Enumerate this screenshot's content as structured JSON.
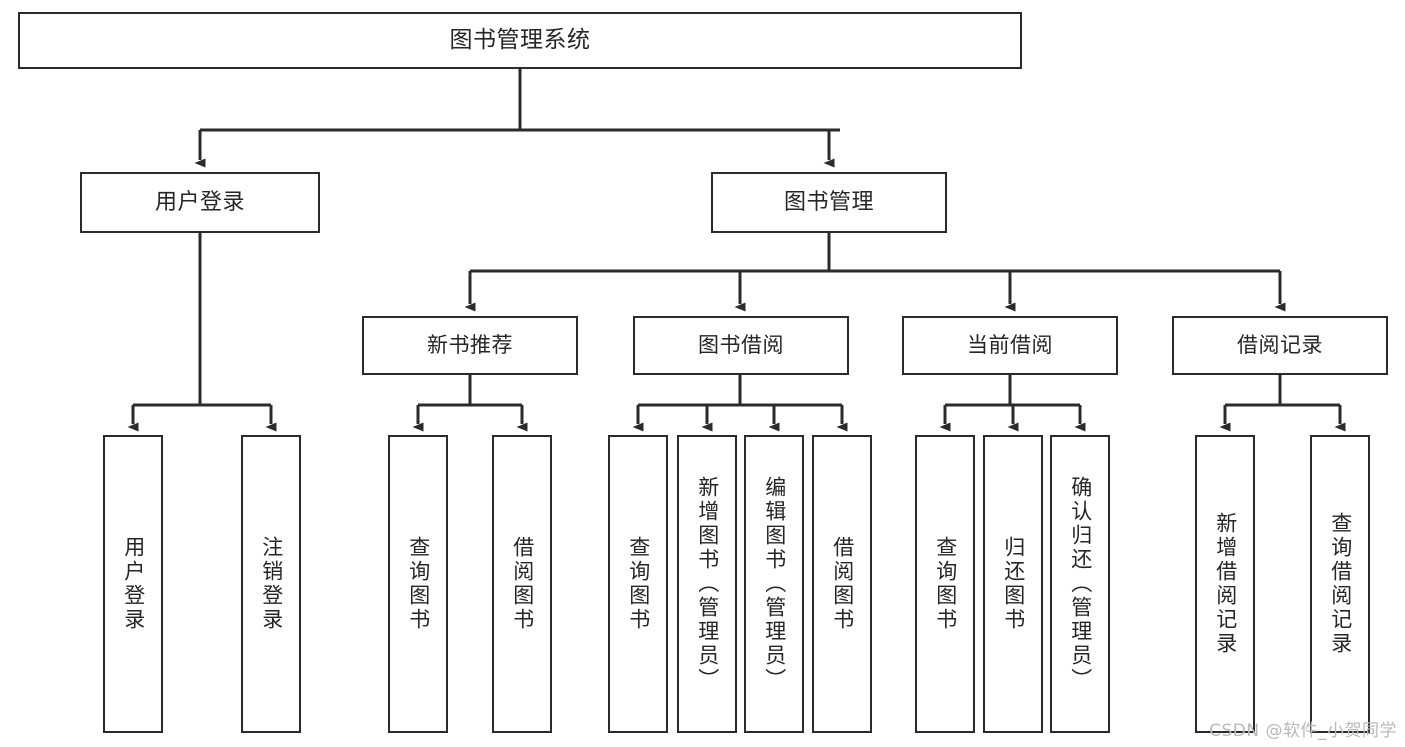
{
  "diagram": {
    "title": "图书管理系统",
    "type": "hierarchy-tree",
    "watermark": "CSDN @软件_小贺同学",
    "colors": {
      "background": "#ffffff",
      "box_border": "#2b2b2b",
      "box_fill": "#ffffff",
      "text": "#262626",
      "connector": "#2b2b2b",
      "watermark": "#b9b9b9"
    },
    "level2": [
      {
        "id": "user-login",
        "label": "用户登录"
      },
      {
        "id": "book-mgmt",
        "label": "图书管理"
      }
    ],
    "level3": [
      {
        "id": "new-book-recommend",
        "label": "新书推荐",
        "parent": "book-mgmt"
      },
      {
        "id": "book-borrow",
        "label": "图书借阅",
        "parent": "book-mgmt"
      },
      {
        "id": "current-borrow",
        "label": "当前借阅",
        "parent": "book-mgmt"
      },
      {
        "id": "borrow-record",
        "label": "借阅记录",
        "parent": "book-mgmt"
      }
    ],
    "leaves": [
      {
        "id": "leaf-user-login",
        "label": "用户登录",
        "parent": "user-login"
      },
      {
        "id": "leaf-logout-login",
        "label": "注销登录",
        "parent": "user-login"
      },
      {
        "id": "leaf-query-book-1",
        "label": "查询图书",
        "parent": "new-book-recommend"
      },
      {
        "id": "leaf-borrow-book-1",
        "label": "借阅图书",
        "parent": "new-book-recommend"
      },
      {
        "id": "leaf-query-book-2",
        "label": "查询图书",
        "parent": "book-borrow"
      },
      {
        "id": "leaf-add-book",
        "label": "新增图书（管理员）",
        "parent": "book-borrow"
      },
      {
        "id": "leaf-edit-book",
        "label": "编辑图书（管理员）",
        "parent": "book-borrow"
      },
      {
        "id": "leaf-borrow-book-2",
        "label": "借阅图书",
        "parent": "book-borrow"
      },
      {
        "id": "leaf-query-book-3",
        "label": "查询图书",
        "parent": "current-borrow"
      },
      {
        "id": "leaf-return-book",
        "label": "归还图书",
        "parent": "current-borrow"
      },
      {
        "id": "leaf-confirm-return",
        "label": "确认归还（管理员）",
        "parent": "current-borrow"
      },
      {
        "id": "leaf-add-record",
        "label": "新增借阅记录",
        "parent": "borrow-record"
      },
      {
        "id": "leaf-query-record",
        "label": "查询借阅记录",
        "parent": "borrow-record"
      }
    ]
  }
}
